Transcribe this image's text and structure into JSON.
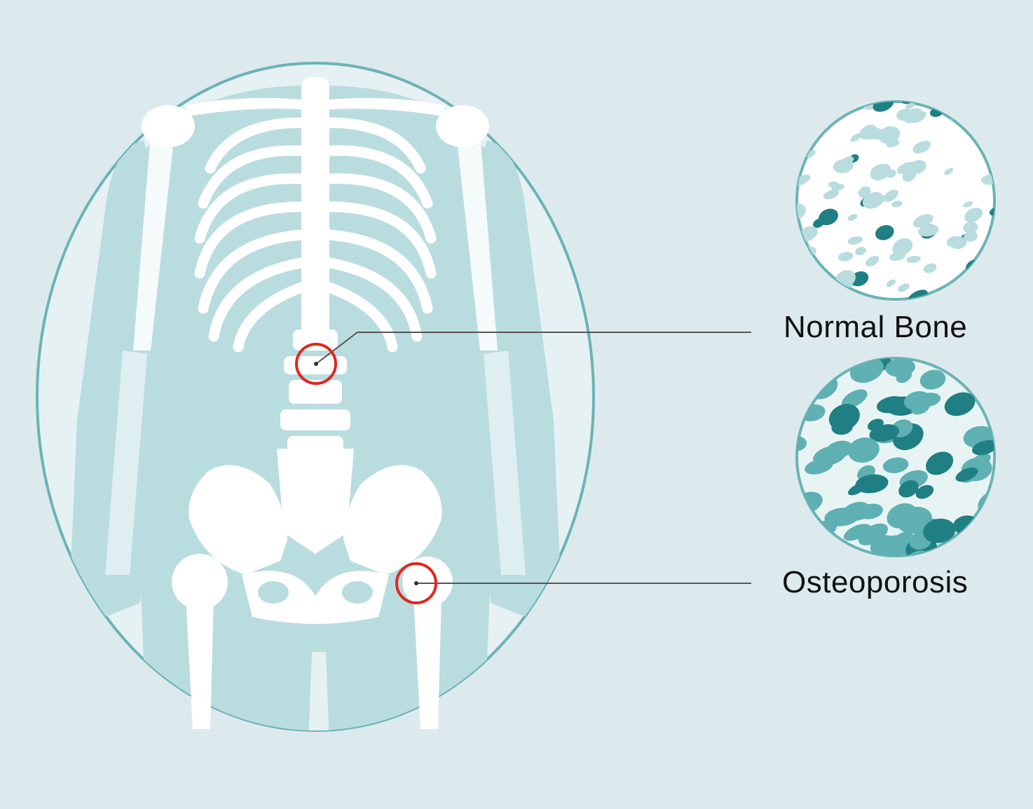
{
  "labels": {
    "normal_bone": "Normal Bone",
    "osteoporosis": "Osteoporosis"
  },
  "colors": {
    "background": "#dceaee",
    "body_fill": "#b9dcdf",
    "oval_border": "#6cb3b5",
    "bone": "#ffffff",
    "marker": "#e2261f",
    "leader_line": "#555555",
    "bone_mid": "#5fb0b3",
    "bone_dark": "#1f7f83",
    "label_text": "#111111"
  },
  "icons": {
    "skeleton": "skeleton-illustration",
    "marker": "red-circle-marker",
    "bone_sample": "bone-microstructure-circle"
  }
}
